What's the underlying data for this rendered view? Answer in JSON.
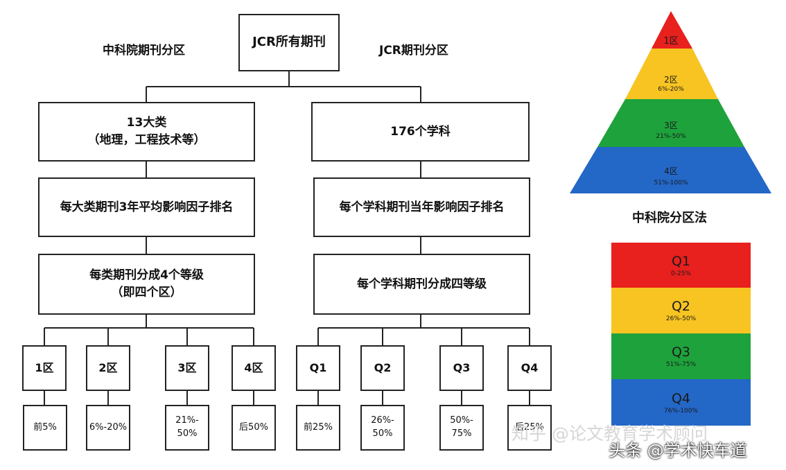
{
  "top": {
    "cas_label": "中科院期刊分区",
    "root": "JCR所有期刊",
    "jcr_label": "JCR期刊分区"
  },
  "cas": {
    "categories_line1": "13大类",
    "categories_line2": "（地理，工程技术等）",
    "ranking": "每大类期刊3年平均影响因子排名",
    "grade_line1": "每类期刊分成4个等级",
    "grade_line2": "（即四个区）",
    "zones": [
      "1区",
      "2区",
      "3区",
      "4区"
    ],
    "ranges": [
      [
        "前5%"
      ],
      [
        "6%-20%"
      ],
      [
        "21%-",
        "50%"
      ],
      [
        "后50%"
      ]
    ]
  },
  "jcr": {
    "subjects": "176个学科",
    "ranking": "每个学科期刊当年影响因子排名",
    "grade": "每个学科期刊分成四等级",
    "quartiles": [
      "Q1",
      "Q2",
      "Q3",
      "Q4"
    ],
    "ranges": [
      [
        "前25%"
      ],
      [
        "26%-",
        "50%"
      ],
      [
        "50%-",
        "75%"
      ],
      [
        "后25%"
      ]
    ]
  },
  "pyramid": {
    "title": "中科院分区法",
    "levels": [
      {
        "label": "1区",
        "range": "",
        "color": "#e8201e"
      },
      {
        "label": "2区",
        "range": "6%-20%",
        "color": "#f7c422"
      },
      {
        "label": "3区",
        "range": "21%-50%",
        "color": "#1ea23c"
      },
      {
        "label": "4区",
        "range": "51%-100%",
        "color": "#2367c7"
      }
    ]
  },
  "quartile_bands": [
    {
      "q": "Q1",
      "range": "0-25%",
      "color": "#e8201e"
    },
    {
      "q": "Q2",
      "range": "26%-50%",
      "color": "#f7c422"
    },
    {
      "q": "Q3",
      "range": "51%-75%",
      "color": "#1ea23c"
    },
    {
      "q": "Q4",
      "range": "76%-100%",
      "color": "#2367c7"
    }
  ],
  "watermarks": {
    "zhihu": "知乎 @论文教育学术顾问",
    "toutiao": "头条 @学术快车道"
  }
}
